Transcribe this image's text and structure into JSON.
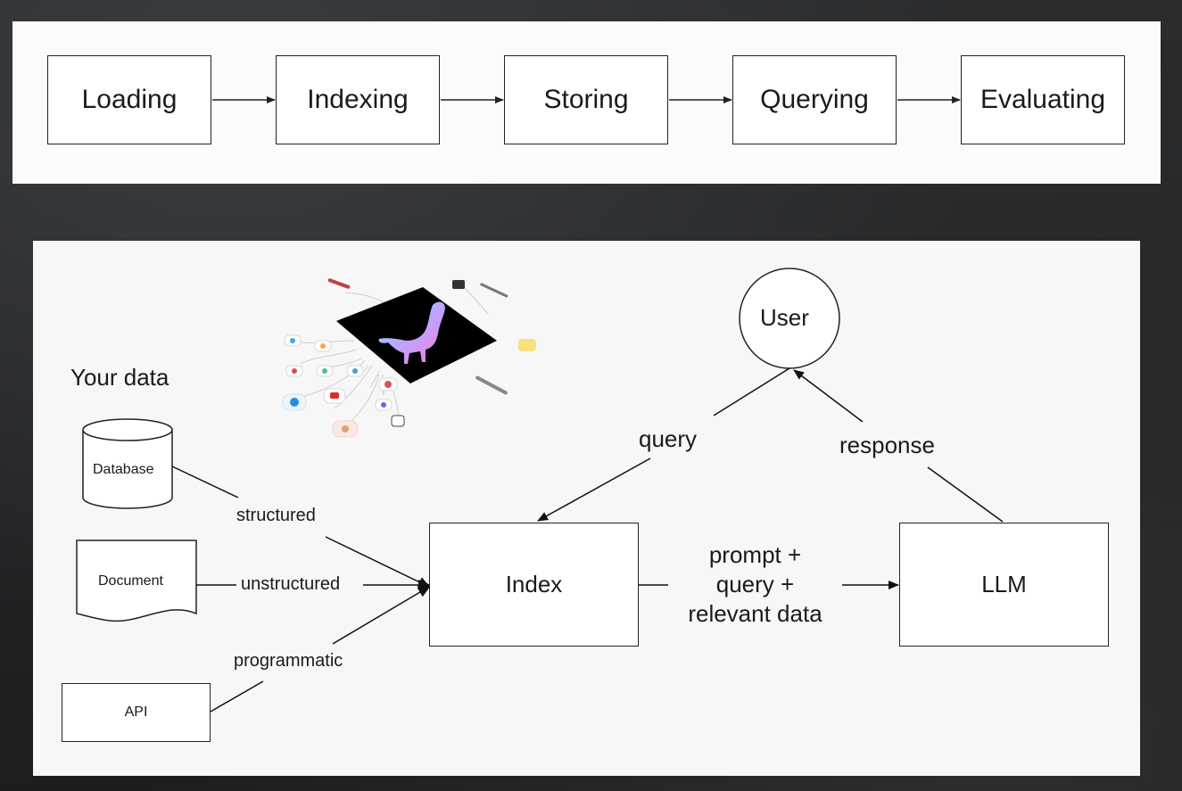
{
  "pipeline": {
    "stages": [
      "Loading",
      "Indexing",
      "Storing",
      "Querying",
      "Evaluating"
    ]
  },
  "rag": {
    "your_data": "Your data",
    "sources": {
      "database": "Database",
      "document": "Document",
      "api": "API"
    },
    "edges": {
      "structured": "structured",
      "unstructured": "unstructured",
      "programmatic": "programmatic",
      "query": "query",
      "response": "response",
      "prompt_line1": "prompt +",
      "prompt_line2": "query +",
      "prompt_line3": "relevant data"
    },
    "index": "Index",
    "llm": "LLM",
    "user": "User"
  },
  "colors": {
    "panel": "#fbfbfb",
    "stroke": "#222222",
    "background": "#1e2022",
    "logo_tile": "#000000",
    "llama_gradient_start": "#7ee7ff",
    "llama_gradient_end": "#ff7ad9"
  }
}
